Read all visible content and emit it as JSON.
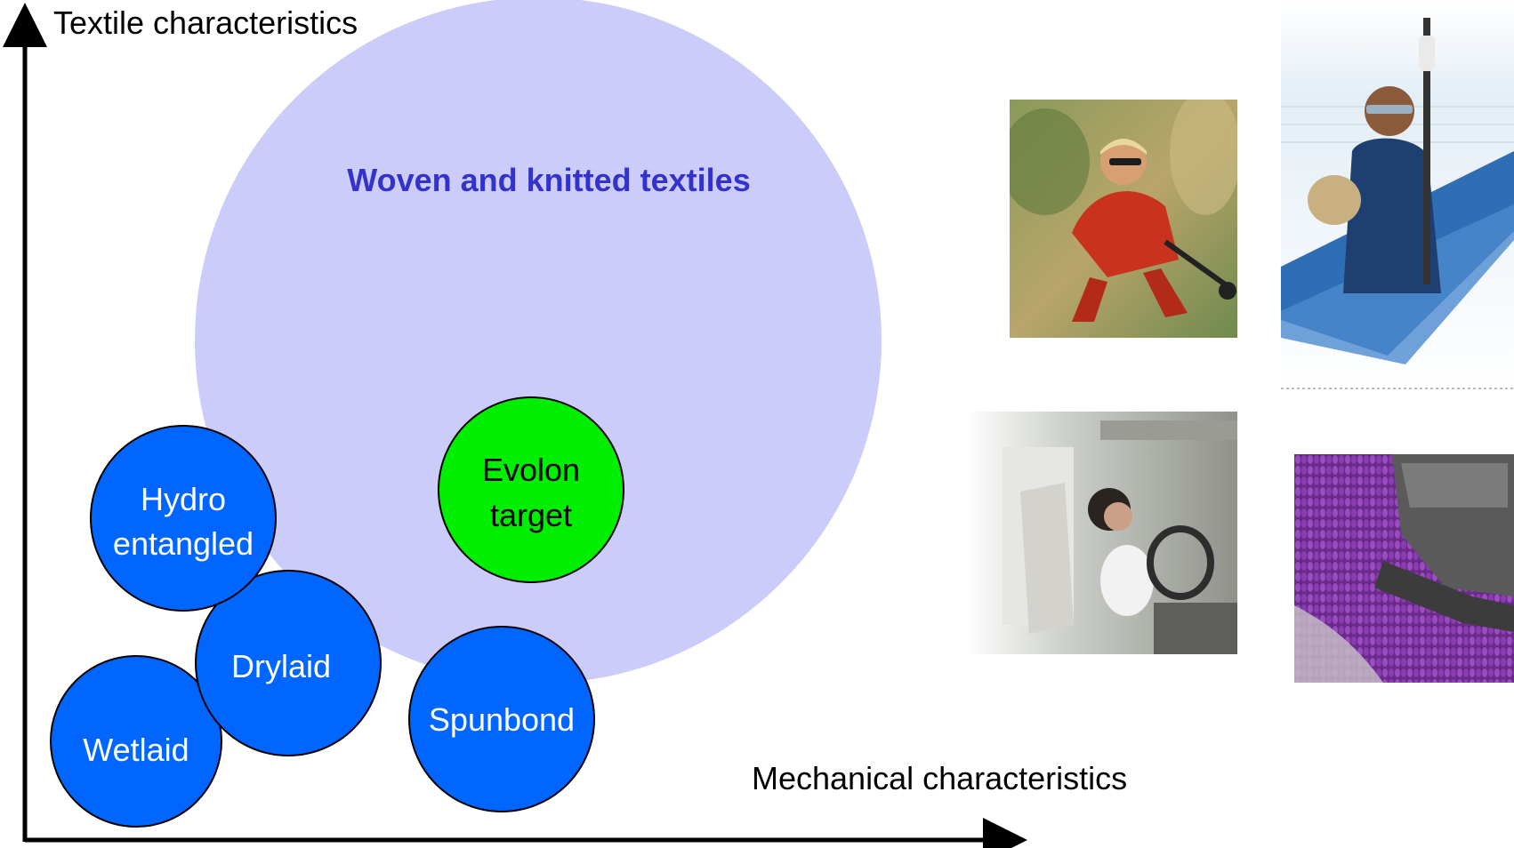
{
  "axes": {
    "y_label": "Textile characteristics",
    "x_label": "Mechanical characteristics"
  },
  "regions": {
    "woven": {
      "label": "Woven and knitted textiles",
      "fill": "#ccccfa",
      "text_color": "#3333cc"
    },
    "evolon": {
      "line1": "Evolon",
      "line2": "target",
      "fill": "#00ee00",
      "text_color": "#000000"
    },
    "hydro": {
      "line1": "Hydro",
      "line2": "entangled",
      "fill": "#0066ff",
      "text_color": "#ffffff"
    },
    "drylaid": {
      "label": "Drylaid",
      "fill": "#0066ff",
      "text_color": "#ffffff"
    },
    "wetlaid": {
      "label": "Wetlaid",
      "fill": "#0066ff",
      "text_color": "#ffffff"
    },
    "spunbond": {
      "label": "Spunbond",
      "fill": "#0066ff",
      "text_color": "#ffffff"
    }
  },
  "photos": {
    "cyclist": "cyclist photo",
    "worker": "industrial worker photo",
    "driver": "car interior photo",
    "fabric": "purple fabric close-up photo"
  }
}
